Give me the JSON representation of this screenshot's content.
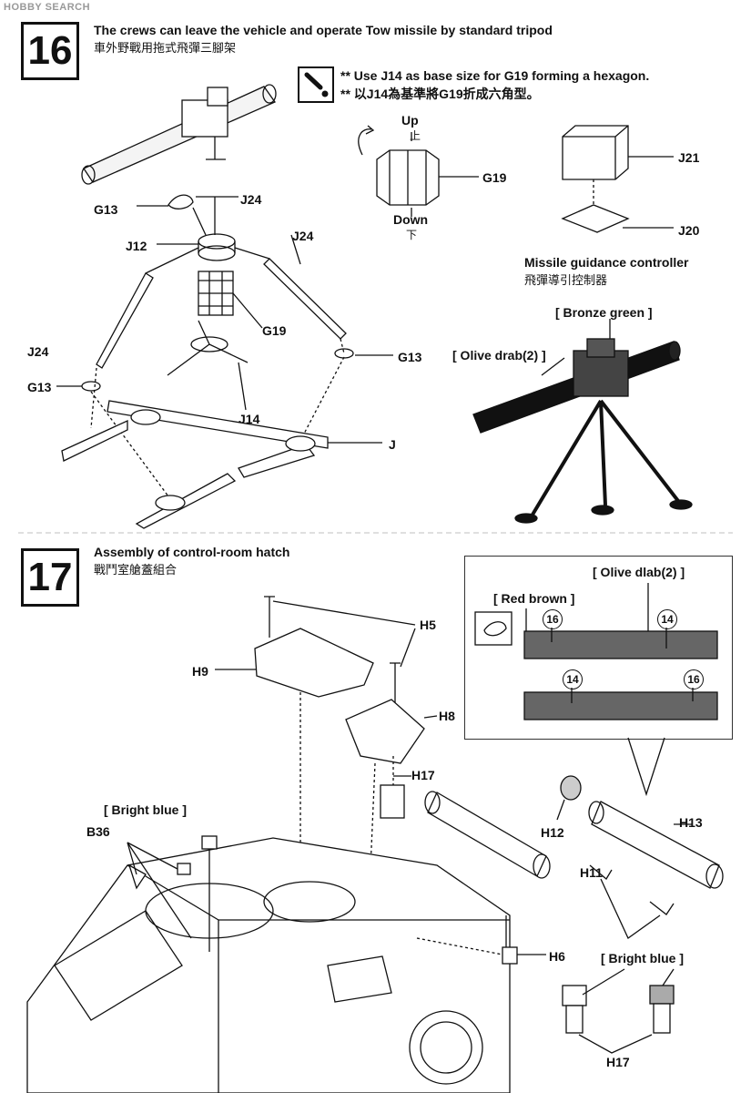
{
  "watermark": "HOBBY SEARCH",
  "step16": {
    "number": "16",
    "title": "The crews can leave the vehicle and operate Tow missile by standard tripod",
    "title_cn": "車外野戰用拖式飛彈三腳架",
    "note1": "** Use J14 as base size for G19 forming a hexagon.",
    "note1_cn": "** 以J14為基準將G19折成六角型。",
    "up": "Up",
    "up_cn": "上",
    "down": "Down",
    "down_cn": "下",
    "parts": {
      "g13_a": "G13",
      "j24_a": "J24",
      "j12": "J12",
      "j24_b": "J24",
      "g19_a": "G19",
      "j24_c": "J24",
      "g13_b": "G13",
      "g13_c": "G13",
      "j14": "J14",
      "j": "J",
      "g19_b": "G19",
      "j21": "J21",
      "j20": "J20"
    },
    "guidance": "Missile guidance controller",
    "guidance_cn": "飛彈導引控制器",
    "color_bronze": "[ Bronze green ]",
    "color_olive": "[ Olive drab(2) ]"
  },
  "step17": {
    "number": "17",
    "title": "Assembly of control-room hatch",
    "title_cn": "戰鬥室艙蓋組合",
    "parts": {
      "h5": "H5",
      "h9": "H9",
      "h8": "H8",
      "h17_a": "H17",
      "b36": "B36",
      "h6": "H6",
      "h12": "H12",
      "h13": "H13",
      "h11": "H11",
      "h17_b": "H17"
    },
    "color_bright_a": "[ Bright blue ]",
    "color_bright_b": "[ Bright blue ]",
    "color_olive": "[ Olive dlab(2) ]",
    "color_red": "[ Red brown ]",
    "num16_a": "16",
    "num14_a": "14",
    "num14_b": "14",
    "num16_b": "16"
  }
}
